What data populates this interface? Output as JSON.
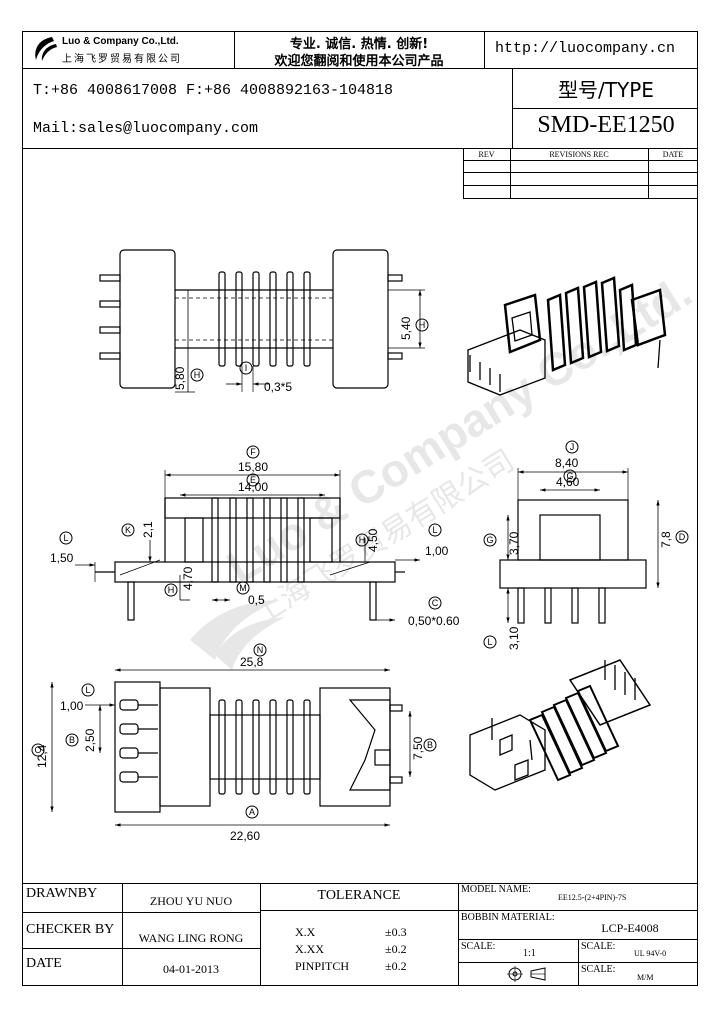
{
  "header": {
    "company_en": "Luo & Company Co.,Ltd.",
    "company_cn": "上海飞罗贸易有限公司",
    "slogan_line1": "专业. 诚信. 热情. 创新!",
    "slogan_line2": "欢迎您翻阅和使用本公司产品",
    "website": "http://luocompany.cn",
    "phone_fax": "T:+86 4008617008 F:+86 4008892163-104818",
    "email": "Mail:sales@luocompany.com",
    "type_label": "型号/TYPE",
    "model": "SMD-EE1250"
  },
  "revisions": {
    "col_rev": "REV",
    "col_rec": "REVISIONS REC",
    "col_date": "DATE"
  },
  "watermark": {
    "en": "Luo & Company Co.,Ltd.",
    "cn": "上海飞罗贸易有限公司"
  },
  "dimensions": {
    "top_view": {
      "d_5_40": "5,40",
      "d_5_80": "5,80",
      "d_0_3x5": "0,3*5",
      "tag_h": "H",
      "tag_i": "I"
    },
    "side_view": {
      "d_15_80": "15,80",
      "d_14_00": "14,00",
      "d_2_1": "2,1",
      "d_1_50": "1,50",
      "d_4_50": "4,50",
      "d_1_00": "1,00",
      "d_4_70": "4,70",
      "d_0_5": "0,5",
      "d_pin": "0,50*0.60",
      "tag_f": "F",
      "tag_e": "E",
      "tag_k": "K",
      "tag_l": "L",
      "tag_h": "H",
      "tag_m": "M",
      "tag_c": "C",
      "tag_l2": "L"
    },
    "end_view": {
      "d_8_40": "8,40",
      "d_4_60": "4,60",
      "d_3_70": "3,70",
      "d_7_8": "7,8",
      "d_3_10": "3,10",
      "tag_j": "J",
      "tag_g": "G",
      "tag_g2": "G",
      "tag_d": "D",
      "tag_l": "L"
    },
    "bottom_view": {
      "d_25_8": "25,8",
      "d_1_00": "1,00",
      "d_2_50": "2,50",
      "d_12_4": "12,4",
      "d_7_50": "7,50",
      "d_22_60": "22,60",
      "tag_n": "N",
      "tag_l": "L",
      "tag_b": "B",
      "tag_o": "O",
      "tag_b2": "B",
      "tag_a": "A"
    }
  },
  "title_block": {
    "drawnby_label": "DRAWNBY",
    "drawnby_value": "ZHOU YU NUO",
    "checker_label": "CHECKER BY",
    "checker_value": "WANG LING RONG",
    "date_label": "DATE",
    "date_value": "04-01-2013",
    "tolerance_label": "TOLERANCE",
    "tol_xx_label": "X.X",
    "tol_xx_value": "±0.3",
    "tol_xxx_label": "X.XX",
    "tol_xxx_value": "±0.2",
    "tol_pin_label": "PINPITCH",
    "tol_pin_value": "±0.2",
    "model_name_label": "MODEL NAME:",
    "model_name_value": "EE12.5-(2+4PIN)-7S",
    "bobbin_label": "BOBBIN MATERIAL:",
    "bobbin_value": "LCP-E4008",
    "scale_label": "SCALE:",
    "scale_value": "1:1",
    "scale2_label": "SCALE:",
    "scale2_value": "UL 94V-0",
    "scale3_label": "SCALE:",
    "scale3_value": "M/M"
  }
}
